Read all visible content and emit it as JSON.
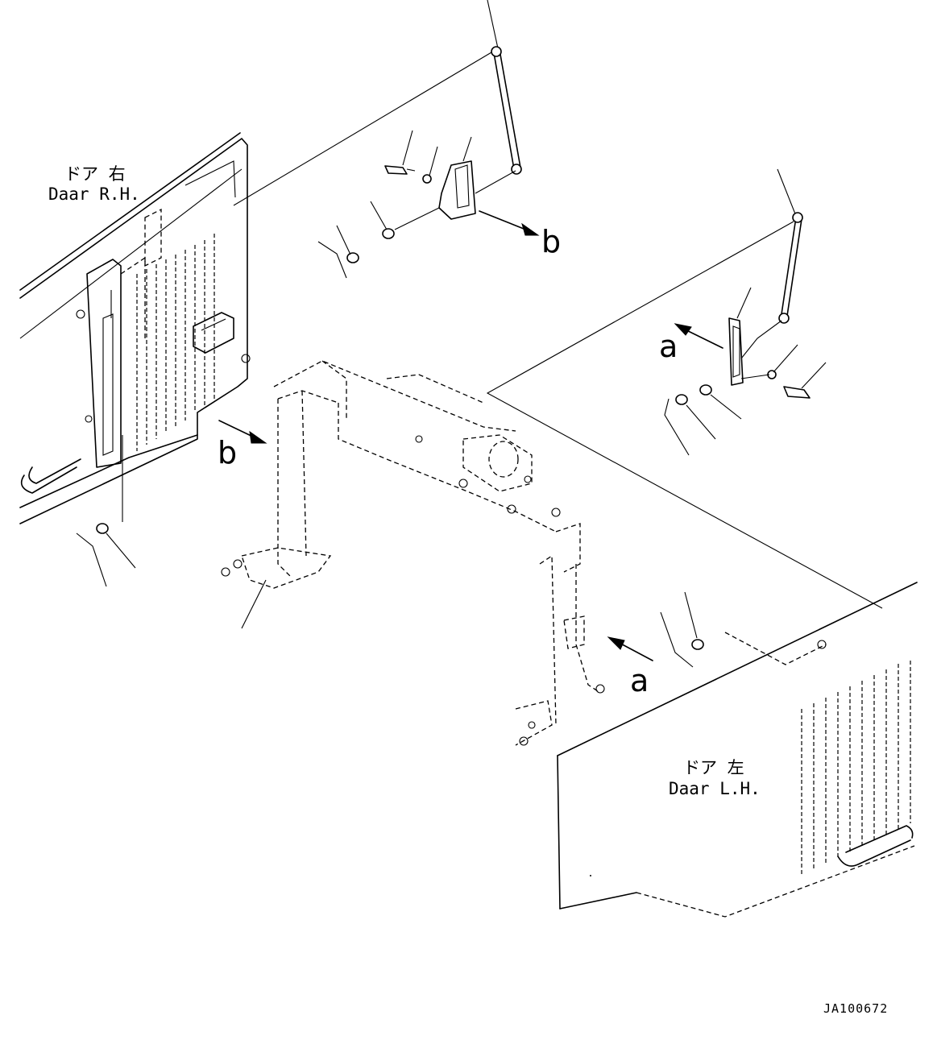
{
  "labels": {
    "door_rh_jp": "ドア 右",
    "door_rh_en": "Daar R.H.",
    "door_lh_jp": "ドア 左",
    "door_lh_en": "Daar L.H.",
    "ref_a": "a",
    "ref_b": "b",
    "drawing_code": "JA100672"
  }
}
